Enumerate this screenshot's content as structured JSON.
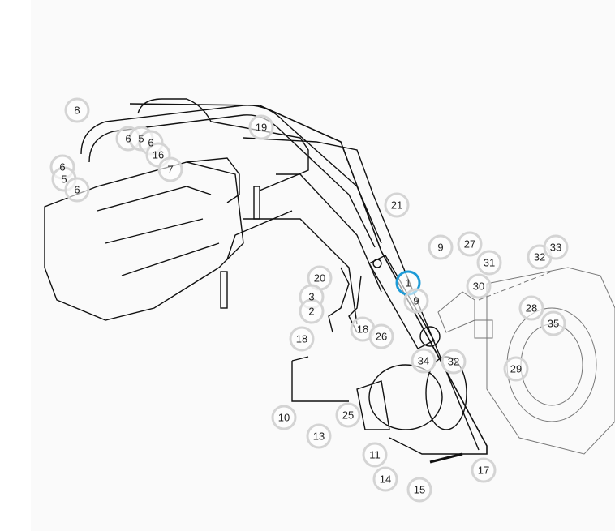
{
  "diagram": {
    "highlight_color": "#1e9bd7",
    "callout_ring_color": "#d4d4d4",
    "selected_callout": "1",
    "callouts": [
      "8",
      "6",
      "5",
      "6",
      "16",
      "6",
      "5",
      "7",
      "6",
      "19",
      "21",
      "9",
      "27",
      "31",
      "32",
      "33",
      "1",
      "30",
      "9",
      "20",
      "3",
      "2",
      "28",
      "35",
      "18",
      "26",
      "18",
      "34",
      "32",
      "29",
      "10",
      "25",
      "13",
      "11",
      "17",
      "14",
      "15"
    ]
  }
}
